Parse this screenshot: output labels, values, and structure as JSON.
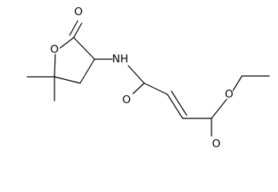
{
  "molecule": {
    "atom_labels": {
      "ring_oxygen": "O",
      "lactone_carbonyl_oxygen": "O",
      "amide_nitrogen": "NH",
      "amide_carbonyl_oxygen": "O",
      "ester_oxygen": "O",
      "ester_carbonyl_oxygen": "O"
    }
  }
}
